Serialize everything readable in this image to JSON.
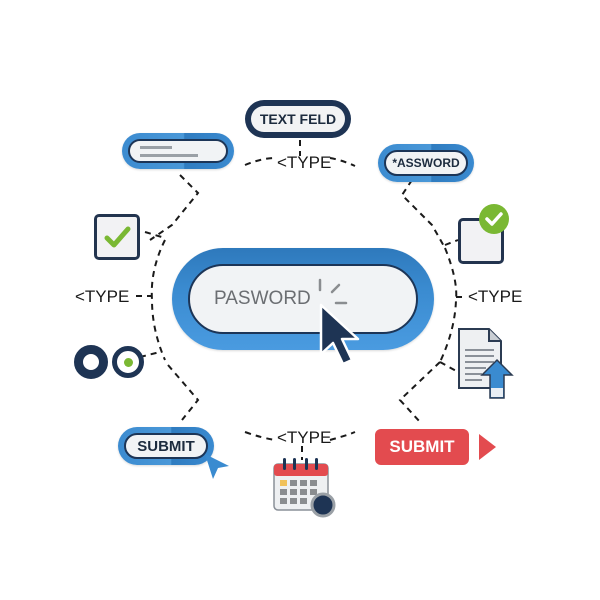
{
  "diagram": {
    "title_field": {
      "label": "TEXT FELD"
    },
    "top_type_label": "<TYPE",
    "password_small": {
      "label": "*ASSWORD"
    },
    "left_type_label": "<TYPE",
    "right_type_label": "<TYPE",
    "bottom_type_label": "<TYPE",
    "center_field": {
      "label": "PASWORD"
    },
    "submit_blue": {
      "label": "SUBMIT"
    },
    "submit_red": {
      "label": "SUBMIT"
    },
    "icons": {
      "text_input": "text-input-icon",
      "checkbox_checked": "checkbox-checked-icon",
      "checkbox_badge": "checkbox-badge-icon",
      "radio_buttons": "radio-buttons-icon",
      "document_upload": "document-upload-icon",
      "calendar": "calendar-icon",
      "cursor": "cursor-arrow-icon",
      "play_arrow": "play-arrow-icon"
    },
    "colors": {
      "blue": "#3b8bd0",
      "navy": "#1e3454",
      "green": "#7ab833",
      "red": "#e34b4f",
      "light_gray": "#f1f3f5"
    }
  }
}
